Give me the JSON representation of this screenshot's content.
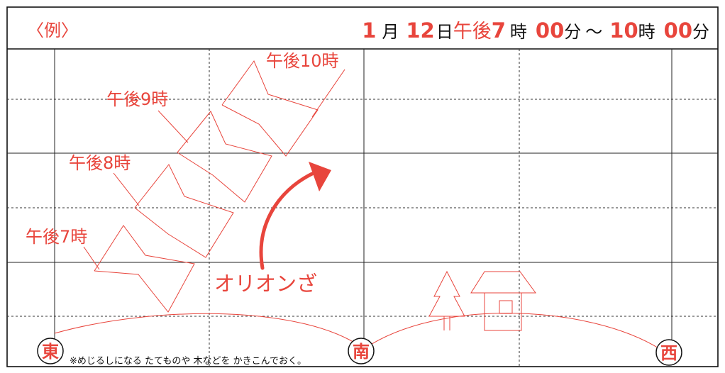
{
  "header": {
    "example_label": "〈例〉",
    "month": "1",
    "month_unit": "月",
    "day": "12",
    "day_unit": "日",
    "ampm": "午後",
    "start_hour": "7",
    "hour_unit": "時",
    "start_min": "00",
    "min_unit": "分",
    "range_sep": "～",
    "end_hour": "10",
    "end_hour_unit": "時",
    "end_min": "00",
    "end_min_unit": "分"
  },
  "constellation_labels": [
    "午後7時",
    "午後8時",
    "午後9時",
    "午後10時"
  ],
  "constellation_name": "オリオンざ",
  "directions": {
    "east": "東",
    "south": "南",
    "west": "西"
  },
  "note": "※めじるしになる たてものや 木などを かきこんでおく。",
  "colors": {
    "accent": "#E8453C",
    "ink": "#111111",
    "grid": "#333333"
  }
}
